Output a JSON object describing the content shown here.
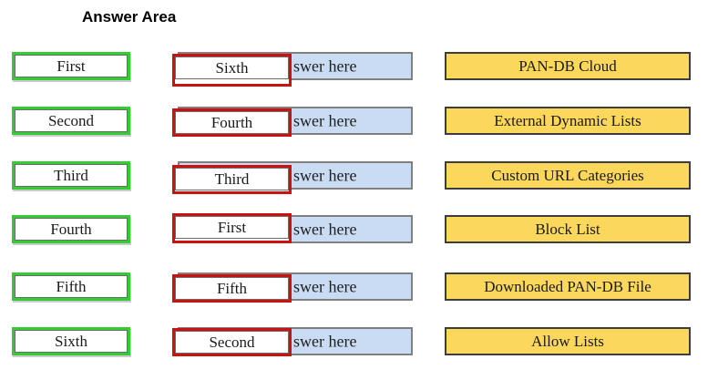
{
  "title": "Answer Area",
  "colors": {
    "source_border": "#33cc33",
    "dropped_border": "#cc1111",
    "drop_zone_fill": "#c9dcf3",
    "drop_zone_border": "#808080",
    "target_fill": "#fbd75b",
    "target_border": "#3d3d3d"
  },
  "rows": [
    {
      "source": "First",
      "dropped": "Sixth",
      "drop_zone_visible_text": "swer here",
      "target": "PAN-DB Cloud"
    },
    {
      "source": "Second",
      "dropped": "Fourth",
      "drop_zone_visible_text": "swer here",
      "target": "External Dynamic Lists"
    },
    {
      "source": "Third",
      "dropped": "Third",
      "drop_zone_visible_text": "swer here",
      "target": "Custom URL Categories"
    },
    {
      "source": "Fourth",
      "dropped": "First",
      "drop_zone_visible_text": "swer here",
      "target": "Block List"
    },
    {
      "source": "Fifth",
      "dropped": "Fifth",
      "drop_zone_visible_text": "swer here",
      "target": "Downloaded PAN-DB File"
    },
    {
      "source": "Sixth",
      "dropped": "Second",
      "drop_zone_visible_text": "swer here",
      "target": "Allow Lists"
    }
  ]
}
